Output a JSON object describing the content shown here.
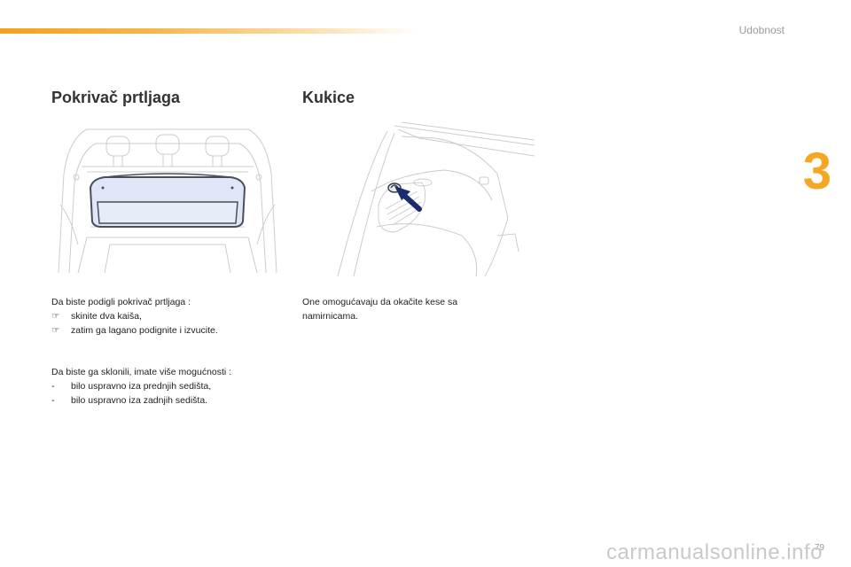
{
  "header": {
    "chapter_name": "Udobnost",
    "chapter_number": "3"
  },
  "left": {
    "title": "Pokrivač prtljaga",
    "intro": "Da biste podigli pokrivač prtljaga :",
    "steps": [
      {
        "bullet": "☞",
        "text": "skinite dva kaiša,"
      },
      {
        "bullet": "☞",
        "text": "zatim ga lagano podignite i izvucite."
      }
    ],
    "intro2": "Da biste ga sklonili, imate više mogućnosti :",
    "options": [
      {
        "bullet": "-",
        "text": "bilo uspravno iza prednjih sedišta,"
      },
      {
        "bullet": "-",
        "text": "bilo uspravno iza zadnjih sedišta."
      }
    ]
  },
  "right": {
    "title": "Kukice",
    "text_line1": "One omogućavaju da okačite kese sa",
    "text_line2": "namirnicama."
  },
  "footer": {
    "page_number": "79",
    "watermark": "carmanualsonline.info"
  },
  "colors": {
    "accent": "#f5a623",
    "highlight_fill": "#dfe6f6",
    "arrow": "#1d2c6b"
  }
}
